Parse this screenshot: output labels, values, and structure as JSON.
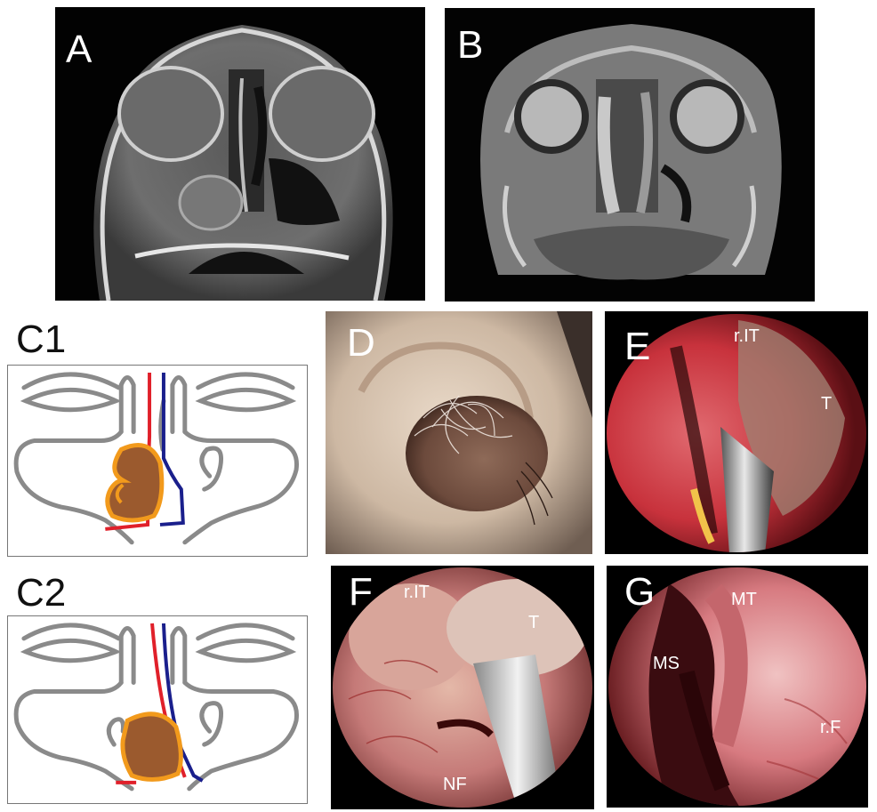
{
  "panels": {
    "a": {
      "label": "A"
    },
    "b": {
      "label": "B"
    },
    "c1": {
      "label": "C1"
    },
    "c2": {
      "label": "C2"
    },
    "d": {
      "label": "D"
    },
    "e": {
      "label": "E",
      "annotations": {
        "r_it": "r.IT",
        "t": "T"
      }
    },
    "f": {
      "label": "F",
      "annotations": {
        "r_it": "r.IT",
        "t": "T",
        "nf": "NF"
      }
    },
    "g": {
      "label": "G",
      "annotations": {
        "mt": "MT",
        "ms": "MS",
        "r_f": "r.F"
      }
    }
  },
  "colors": {
    "diagram_outline": "#8a8a8a",
    "red_line": "#e0202a",
    "blue_line": "#1a1f8c",
    "tumor_fill": "#9b5a2e",
    "tumor_border": "#f29a1c",
    "mucosa": "#b8323c"
  }
}
